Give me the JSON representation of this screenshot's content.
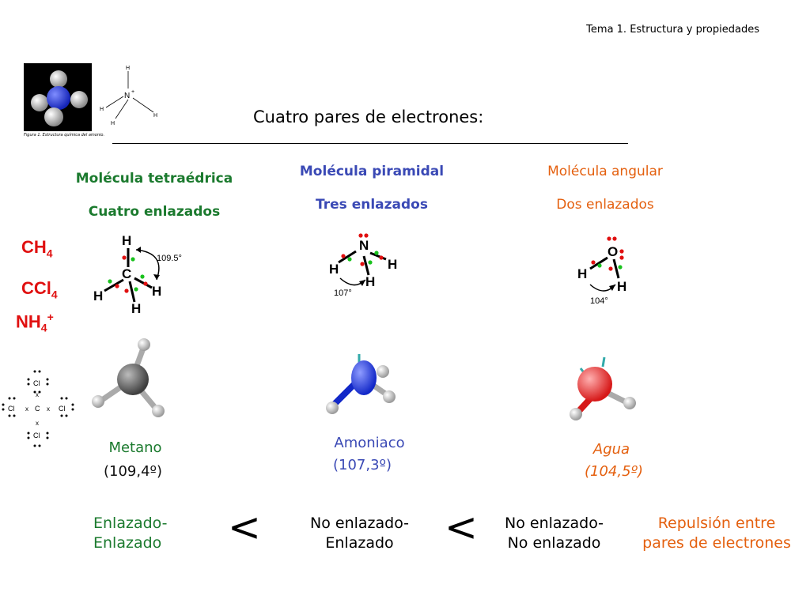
{
  "header": {
    "topic": "Tema 1. Estructura y propiedades"
  },
  "figure": {
    "caption": "Figura 1. Estructura química del amonio.",
    "atoms": {
      "n": "N",
      "plus": "+",
      "h": "H"
    }
  },
  "title": "Cuatro pares de electrones:",
  "columns": [
    {
      "shape": "Molécula tetraédrica",
      "bonds": "Cuatro enlazados",
      "molecule": "Metano",
      "angle_text": "(109,4º)",
      "diagram_angle": "109.5°"
    },
    {
      "shape": "Molécula piramidal",
      "bonds": "Tres enlazados",
      "molecule": "Amoniaco",
      "angle_text": "(107,3º)",
      "diagram_angle": "107°"
    },
    {
      "shape": "Molécula angular",
      "bonds": "Dos enlazados",
      "molecule": "Agua",
      "angle_text": "(104,5º)",
      "diagram_angle": "104°"
    }
  ],
  "formulas": [
    {
      "base": "CH",
      "sub": "4",
      "sup": ""
    },
    {
      "base": "CCl",
      "sub": "4",
      "sup": ""
    },
    {
      "base": "NH",
      "sub": "4",
      "sup": "+"
    }
  ],
  "lewis": {
    "center": "C",
    "ligand": "Cl",
    "cross": "x"
  },
  "atoms": {
    "h": "H",
    "c": "C",
    "n": "N",
    "o": "O"
  },
  "comparison": {
    "bonded_bonded": [
      "Enlazado-",
      "Enlazado"
    ],
    "nonbonded_bonded": [
      "No enlazado-",
      "Enlazado"
    ],
    "nonbonded_nonbonded": [
      "No enlazado-",
      "No enlazado"
    ],
    "less_than": "<",
    "repulsion": [
      "Repulsión entre",
      "pares de electrones"
    ]
  },
  "colors": {
    "green": "#1b7a2e",
    "blue": "#3a49b5",
    "orange": "#e4600f",
    "red": "#e01010",
    "electron_red": "#e01010",
    "electron_green": "#19c21d"
  }
}
